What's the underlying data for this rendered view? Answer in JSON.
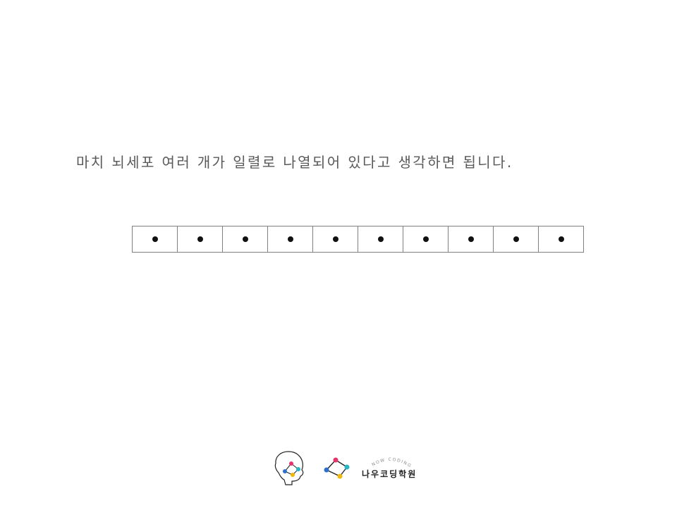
{
  "slide": {
    "sentence": "마치 뇌세포 여러 개가 일렬로 나열되어 있다고 생각하면 됩니다."
  },
  "cells": {
    "count": 10,
    "content": "dot"
  },
  "logo": {
    "name": "나우코딩학원",
    "subtitle": "NOW CODING",
    "icons": [
      "brain-outline-icon",
      "connected-dots-icon"
    ],
    "colors": [
      "#e8336d",
      "#27b6c4",
      "#f2b705",
      "#2e6fc9",
      "#222222"
    ]
  }
}
